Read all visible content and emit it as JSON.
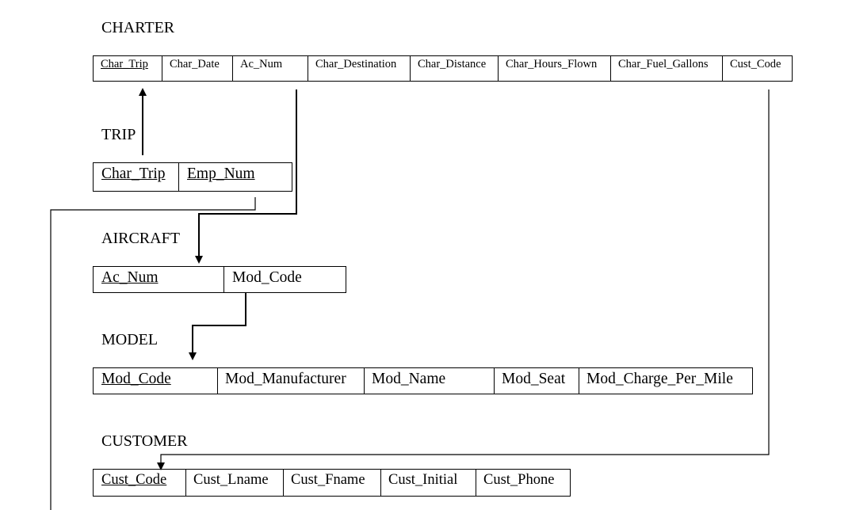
{
  "tables": {
    "charter": {
      "name": "CHARTER",
      "fields": [
        {
          "label": "Char_Trip",
          "pk": true
        },
        {
          "label": "Char_Date",
          "pk": false
        },
        {
          "label": "Ac_Num",
          "pk": false
        },
        {
          "label": "Char_Destination",
          "pk": false
        },
        {
          "label": "Char_Distance",
          "pk": false
        },
        {
          "label": "Char_Hours_Flown",
          "pk": false
        },
        {
          "label": "Char_Fuel_Gallons",
          "pk": false
        },
        {
          "label": "Cust_Code",
          "pk": false
        }
      ]
    },
    "trip": {
      "name": "TRIP",
      "fields": [
        {
          "label": "Char_Trip",
          "pk": true
        },
        {
          "label": "Emp_Num",
          "pk": true
        }
      ]
    },
    "aircraft": {
      "name": "AIRCRAFT",
      "fields": [
        {
          "label": "Ac_Num",
          "pk": true
        },
        {
          "label": "Mod_Code",
          "pk": false
        }
      ]
    },
    "model": {
      "name": "MODEL",
      "fields": [
        {
          "label": "Mod_Code",
          "pk": true
        },
        {
          "label": "Mod_Manufacturer",
          "pk": false
        },
        {
          "label": "Mod_Name",
          "pk": false
        },
        {
          "label": "Mod_Seat",
          "pk": false
        },
        {
          "label": "Mod_Charge_Per_Mile",
          "pk": false
        }
      ]
    },
    "customer": {
      "name": "CUSTOMER",
      "fields": [
        {
          "label": "Cust_Code",
          "pk": true
        },
        {
          "label": "Cust_Lname",
          "pk": false
        },
        {
          "label": "Cust_Fname",
          "pk": false
        },
        {
          "label": "Cust_Initial",
          "pk": false
        },
        {
          "label": "Cust_Phone",
          "pk": false
        }
      ]
    }
  },
  "relationships": [
    {
      "from": "trip.Char_Trip",
      "to": "charter.Char_Trip"
    },
    {
      "from": "charter.Ac_Num",
      "to": "aircraft.Ac_Num"
    },
    {
      "from": "aircraft.Mod_Code",
      "to": "model.Mod_Code"
    },
    {
      "from": "charter.Cust_Code",
      "to": "customer.Cust_Code"
    },
    {
      "from": "trip.Emp_Num",
      "to": ""
    }
  ]
}
